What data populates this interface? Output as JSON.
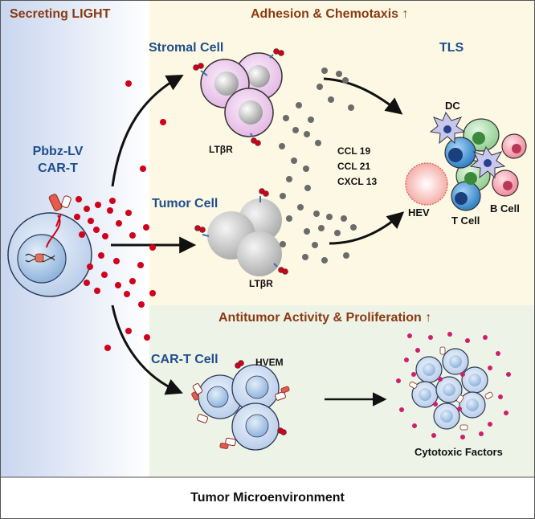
{
  "titles": {
    "secreting": "Secreting LIGHT",
    "adhesion": "Adhesion & Chemotaxis ↑",
    "antitumor": "Antitumor Activity & Proliferation ↑",
    "footer": "Tumor Microenvironment"
  },
  "cells": {
    "car_t_left_line1": "Pbbz-LV",
    "car_t_left_line2": "CAR-T",
    "stromal": "Stromal Cell",
    "tumor": "Tumor Cell",
    "car_t_cell": "CAR-T Cell",
    "tls": "TLS"
  },
  "receptors": {
    "ltbr_stromal": "LTβR",
    "ltbr_tumor": "LTβR",
    "hvem": "HVEM"
  },
  "chemokines": [
    "CCL 19",
    "CCL 21",
    "CXCL 13"
  ],
  "tls_cells": {
    "dc": "DC",
    "hev": "HEV",
    "t_cell": "T Cell",
    "b_cell": "B Cell"
  },
  "cytotoxic": "Cytotoxic Factors",
  "colors": {
    "brown_title": "#8a3a12",
    "blue_label": "#1f4e8c",
    "light_dot": "#d0021b",
    "chemokine_dot": "#6b6b6b",
    "cytotoxic_dot": "#cc1f6e",
    "upper_bg": "#fdf8e4",
    "lower_bg": "#eef3e7"
  }
}
